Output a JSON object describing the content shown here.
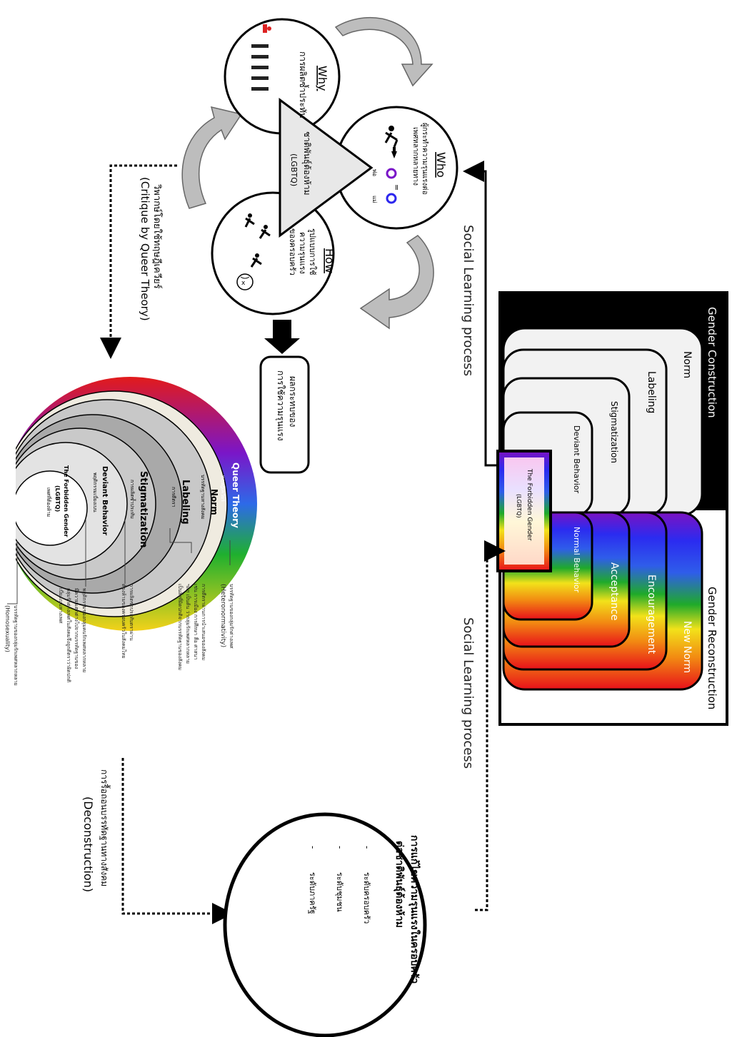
{
  "gender_construction": {
    "title": "Gender Construction",
    "levels": [
      "Norm",
      "Labeling",
      "Stigmatization",
      "Deviant Behavior"
    ]
  },
  "gender_reconstruction": {
    "title": "Gender Reconstruction",
    "levels": [
      "New Norm",
      "Encouragement",
      "Acceptance",
      "Normal Behavior"
    ]
  },
  "forbidden_gender_box": {
    "line1": "The Forbidden Gender",
    "line2": "(LGBTQ)"
  },
  "process_labels": {
    "top": "Social Learning process",
    "bottom": "Social Learning process"
  },
  "triangle_cycle": {
    "center_line1": "ชาติพันธุ์ต้องห้าม",
    "center_line2": "(LGBTQ)",
    "why_title": "Why",
    "why_text": "การผลิตซ้ำประทับ",
    "who_title": "Who",
    "who_line1": "ผู้กระทำความรุนแรงต่อ",
    "who_line2": "เพศหลากหลายทาง",
    "who_marks": [
      "พ่อ",
      "แม่"
    ],
    "how_title": "How",
    "how_line1": "รูปแบบการใช้",
    "how_line2": "ความรุนแรง",
    "how_line3": "ของครอบครัว",
    "outcome_line1": "ผลกระทบของ",
    "outcome_line2": "การใช้ความรุนแรง"
  },
  "critique": {
    "thai": "วิพากษ์โดยใช้ทฤษฎีเควียร์",
    "english": "(Critique by Queer Theory)"
  },
  "queer_circle": {
    "title": "Queer Theory",
    "title_thai": "ทฤษฎีเควียร์",
    "rings": [
      {
        "name": "Norm",
        "thai": "บรรทัดฐานทางสังคม"
      },
      {
        "name": "Labeling",
        "thai": "การตีตรา"
      },
      {
        "name": "Stigmatization",
        "thai": "การผลิตซ้ำประทับ"
      },
      {
        "name": "Deviant Behavior",
        "thai": "พฤติกรรมเบี่ยงเบน"
      }
    ],
    "center_line1": "The Forbidden Gender",
    "center_line2": "(LGBTQ)",
    "center_line3": "เพศที่ต้องห้าม",
    "annotations": [
      {
        "lines": [
          "บรรทัดฐานของกลุ่มรักต่างเพศ",
          "(Heteronormativity)"
        ]
      },
      {
        "lines": [
          "การตีตราผ่านการนำเสนอของสังคม",
          "เช่น การเมือง การศึกษา สื่อ ศาสนา",
          "ฯลฯ เป็นต้น ว่ากลุ่มรักเพศหลากหลาย",
          "เป็นสิ่งที่ผิดปกติจากบรรทัดฐานของสังคม"
        ]
      },
      {
        "lines": [
          "การผลิตซ้ำประทับตราผ่าน",
          "ต้องห้ามของครอบครัวในสังคมไทย"
        ]
      },
      {
        "lines": [
          "พฤติกรรมของกลุ่มคนรักเพศหลากหลาย",
          "มีความแตกต่างไปจากบรรทัดฐานของ",
          "กลุ่มรักต่างเพศในสังคมจึงถูกตีตราว่าผิดปกติ",
          "เบี่ยงเบนทางเพศ"
        ]
      },
      {
        "lines": [
          "บรรทัดฐานของกลุ่มรักเพศหลากหลาย",
          "(Homosexuality)"
        ]
      }
    ]
  },
  "deconstruction": {
    "thai": "การรื้อถอนบรรทัดฐานทางสังคม",
    "english": "(Deconstruction)"
  },
  "solution_circle": {
    "title_line1": "การแก้ไขความรุนแรงในครอบครัว",
    "title_line2": "ต่อชาติพันธุ์ต้องห้าม",
    "items": [
      "ระดับครอบครัว",
      "ระดับชุมชน",
      "ระดับภาครัฐ"
    ]
  },
  "colors": {
    "black": "#000000",
    "panel_gray": "#f2f2f2",
    "arrow_gray": "#bdbdbd",
    "ring_cream": "#efebe0",
    "ring_gray1": "#c8c8c8",
    "ring_gray2": "#a9a9a9",
    "ring_gray3": "#c9c9c9",
    "ring_gray4": "#e3e3e3",
    "violet": "#7a16c8",
    "blue": "#2d27ee"
  }
}
